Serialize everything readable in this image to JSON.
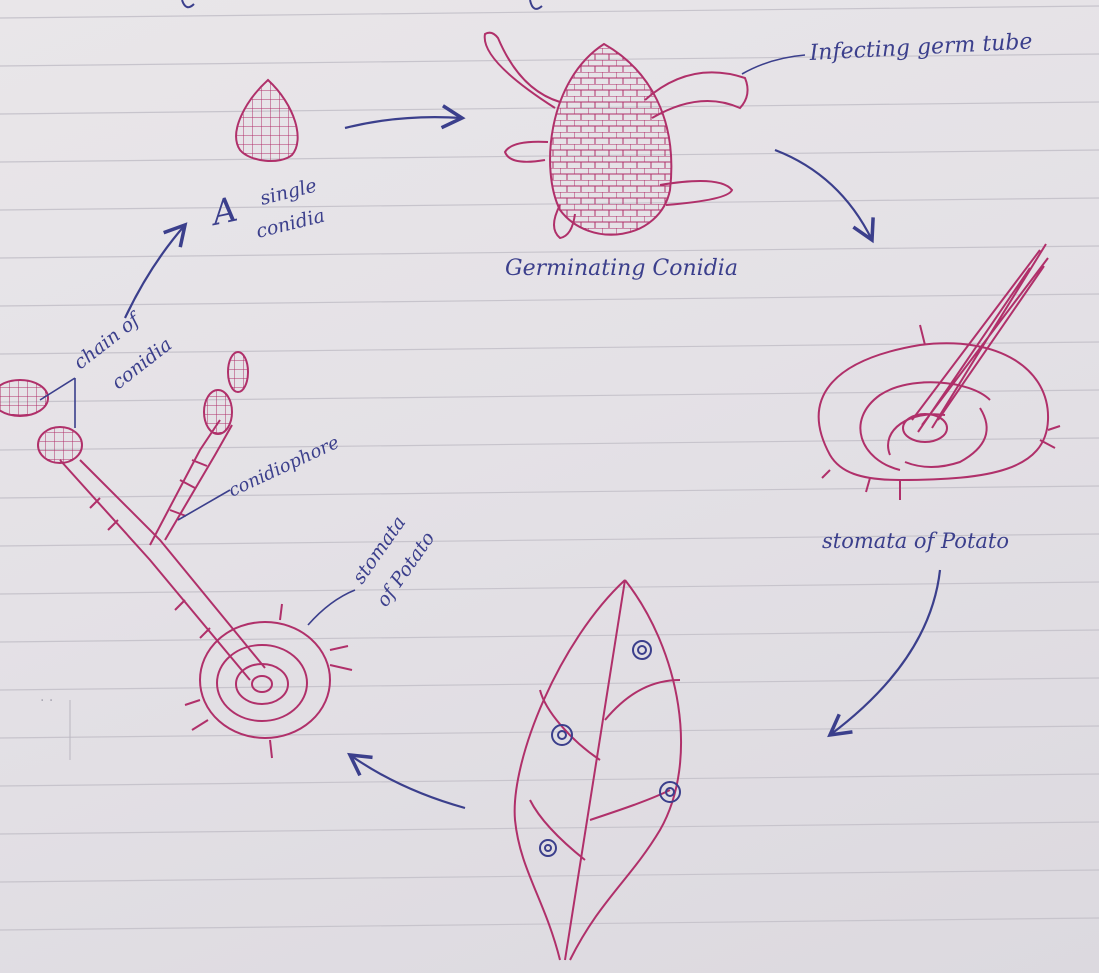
{
  "diagram": {
    "labels": {
      "infecting_germ_tube": "Infecting germ tube",
      "single_conidia_line1": "A",
      "single_conidia_line2": "single",
      "single_conidia_line3": "conidia",
      "germinating_conidia": "Germinating Conidia",
      "chain_of_conidia_line1": "chain of",
      "chain_of_conidia_line2": "conidia",
      "conidiophore": "conidiophore",
      "stomata_left_line1": "stomata",
      "stomata_left_line2": "of Potato",
      "stomata_right": "stomata of Potato"
    },
    "colors": {
      "ink_blue": "#3b3f8c",
      "ink_pink": "#b0306a",
      "paper": "#e6e3e8",
      "rule_line": "#c7c4cc"
    }
  }
}
